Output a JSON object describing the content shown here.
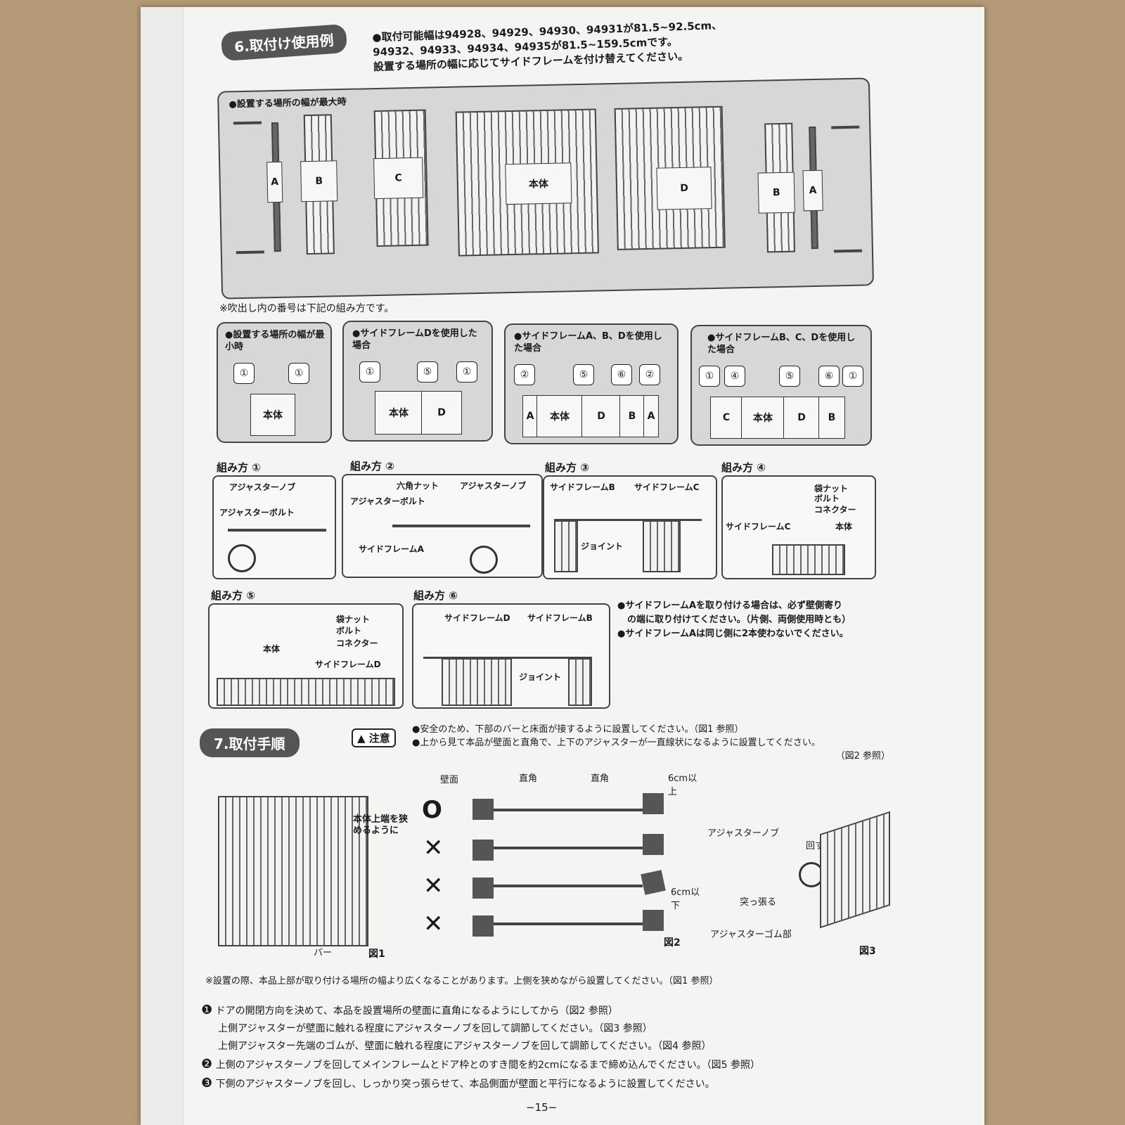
{
  "section6": {
    "title": "6.取付け使用例",
    "note_lines": [
      "●取付可能幅は94928、94929、94930、94931が81.5~92.5cm、",
      "94932、94933、94934、94935が81.5~159.5cmです。",
      "設置する場所の幅に応じてサイドフレームを付け替えてください。"
    ],
    "max_panel": {
      "label": "●設置する場所の幅が最大時",
      "boxes": [
        "A",
        "B",
        "C",
        "本体",
        "D",
        "B",
        "A"
      ]
    },
    "callout_note": "※吹出し内の番号は下記の組み方です。",
    "configs": [
      {
        "label": "●設置する場所の幅が最小時",
        "bubbles": [
          "①",
          "①"
        ],
        "boxes": [
          "本体"
        ]
      },
      {
        "label": "●サイドフレームDを使用した場合",
        "bubbles": [
          "①",
          "⑤",
          "①"
        ],
        "boxes": [
          "本体",
          "D"
        ]
      },
      {
        "label": "●サイドフレームA、B、Dを使用した場合",
        "bubbles": [
          "②",
          "⑤",
          "⑥",
          "②"
        ],
        "boxes": [
          "A",
          "本体",
          "D",
          "B",
          "A"
        ]
      },
      {
        "label": "●サイドフレームB、C、Dを使用した場合",
        "bubbles": [
          "①",
          "④",
          "⑤",
          "⑥",
          "①"
        ],
        "boxes": [
          "C",
          "本体",
          "D",
          "B"
        ]
      }
    ],
    "assembly": [
      {
        "title": "組み方 ①",
        "labels": [
          "アジャスターノブ",
          "アジャスターボルト"
        ]
      },
      {
        "title": "組み方 ②",
        "labels": [
          "六角ナット",
          "アジャスターノブ",
          "アジャスターボルト",
          "サイドフレームA"
        ]
      },
      {
        "title": "組み方 ③",
        "labels": [
          "サイドフレームB",
          "サイドフレームC",
          "ジョイント"
        ]
      },
      {
        "title": "組み方 ④",
        "labels": [
          "袋ナット",
          "ボルト",
          "コネクター",
          "サイドフレームC",
          "本体"
        ]
      },
      {
        "title": "組み方 ⑤",
        "labels": [
          "袋ナット",
          "ボルト",
          "コネクター",
          "本体",
          "サイドフレームD"
        ]
      },
      {
        "title": "組み方 ⑥",
        "labels": [
          "サイドフレームD",
          "サイドフレームB",
          "ジョイント"
        ]
      }
    ],
    "side_notes": [
      "●サイドフレームAを取り付ける場合は、必ず壁側寄り",
      "の端に取り付けてください。（片側、両側使用時とも）",
      "●サイドフレームAは同じ側に2本使わないでください。"
    ]
  },
  "section7": {
    "title": "7.取付手順",
    "caution_label": "注意",
    "cautions": [
      "●安全のため、下部のバーと床面が接するように設置してください。（図1 参照）",
      "●上から見て本品が壁面と直角で、上下のアジャスターが一直線状になるように設置してください。",
      "（図2 参照）"
    ],
    "fig1": {
      "caption": "図1",
      "side_label": "本体上端を狭めるように",
      "bar_label": "バー"
    },
    "fig2": {
      "caption": "図2",
      "wall_label": "壁面",
      "angle_label_1": "直角",
      "angle_label_2": "直角",
      "gap_over": "6cm以上",
      "gap_under": "6cm以下",
      "marks": [
        "O",
        "✕",
        "✕",
        "✕"
      ]
    },
    "fig3": {
      "caption": "図3",
      "knob": "アジャスターノブ",
      "turn": "回す",
      "brace": "突っ張る",
      "rubber": "アジャスターゴム部"
    },
    "install_note": "※設置の際、本品上部が取り付ける場所の幅より広くなることがあります。上側を狭めながら設置してください。（図1 参照）",
    "steps": [
      {
        "num": "❶",
        "text": "ドアの開閉方向を決めて、本品を設置場所の壁面に直角になるようにしてから（図2 参照）"
      },
      {
        "num": "",
        "text": "上側アジャスターが壁面に触れる程度にアジャスターノブを回して調節してください。（図3 参照）"
      },
      {
        "num": "",
        "text": "上側アジャスター先端のゴムが、壁面に触れる程度にアジャスターノブを回して調節してください。（図4 参照）"
      },
      {
        "num": "❷",
        "text": "上側のアジャスターノブを回してメインフレームとドア枠とのすき間を約2cmになるまで締め込んでください。（図5 参照）"
      },
      {
        "num": "❸",
        "text": "下側のアジャスターノブを回し、しっかり突っ張らせて、本品側面が壁面と平行になるように設置してください。"
      }
    ],
    "page_number": "−15−"
  }
}
